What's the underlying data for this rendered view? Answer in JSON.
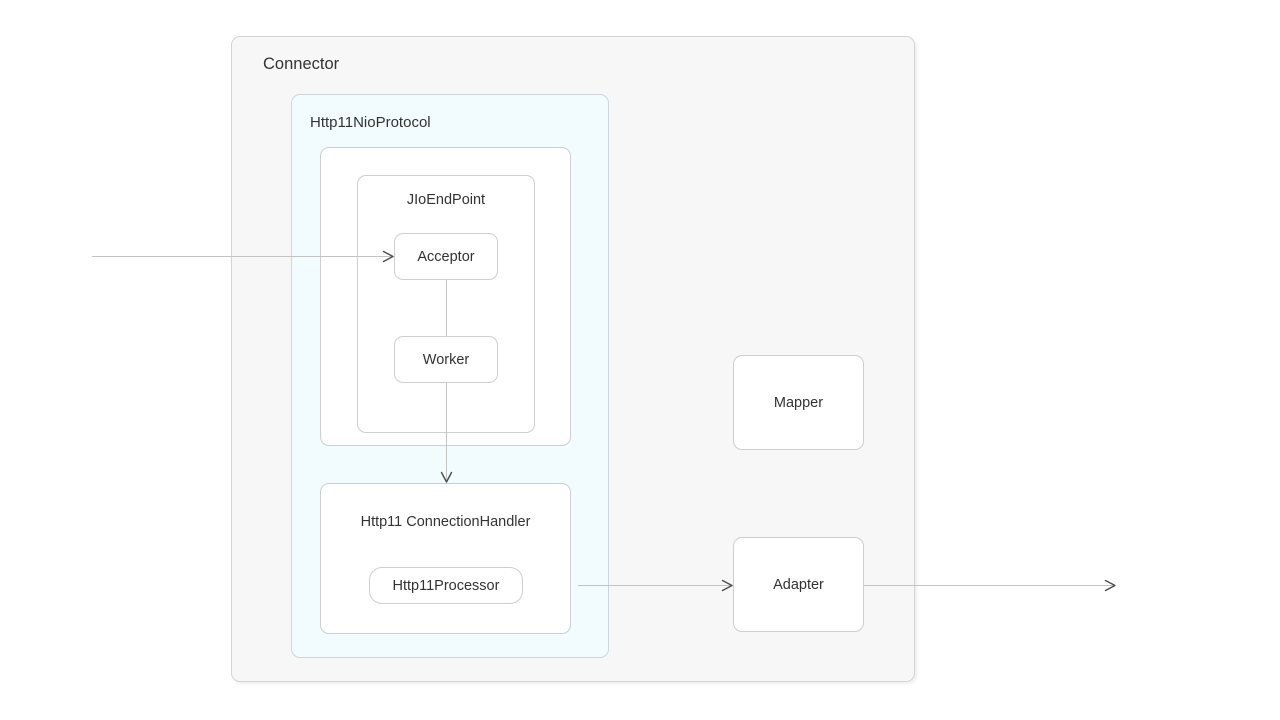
{
  "diagram": {
    "title": "Connector",
    "containers": {
      "connector": {
        "label": "Connector"
      },
      "protocol": {
        "label": "Http11NioProtocol"
      },
      "endpoint_outer": {
        "label": ""
      },
      "jio_endpoint": {
        "label": "JIoEndPoint"
      },
      "connection_handler": {
        "label": "Http11 ConnectionHandler"
      }
    },
    "nodes": {
      "acceptor": {
        "label": "Acceptor"
      },
      "worker": {
        "label": "Worker"
      },
      "http11_processor": {
        "label": "Http11Processor"
      },
      "mapper": {
        "label": "Mapper"
      },
      "adapter": {
        "label": "Adapter"
      }
    },
    "edges": [
      {
        "name": "inbound-request",
        "from": "external",
        "to": "acceptor",
        "label": ""
      },
      {
        "name": "acceptor-to-worker",
        "from": "acceptor",
        "to": "worker",
        "label": ""
      },
      {
        "name": "worker-to-connection-handler",
        "from": "worker",
        "to": "connection_handler",
        "label": ""
      },
      {
        "name": "processor-to-adapter",
        "from": "http11_processor",
        "to": "adapter",
        "label": ""
      },
      {
        "name": "adapter-outbound",
        "from": "adapter",
        "to": "external",
        "label": ""
      }
    ],
    "colors": {
      "canvas_background": "#ffffff",
      "connector_background": "#f7f7f7",
      "protocol_background": "#f2fbfe",
      "node_background": "#ffffff",
      "border": "#cfcfcf",
      "text": "#333333",
      "edge_line": "#c3c3c3",
      "edge_head": "#4d4d4d"
    }
  }
}
